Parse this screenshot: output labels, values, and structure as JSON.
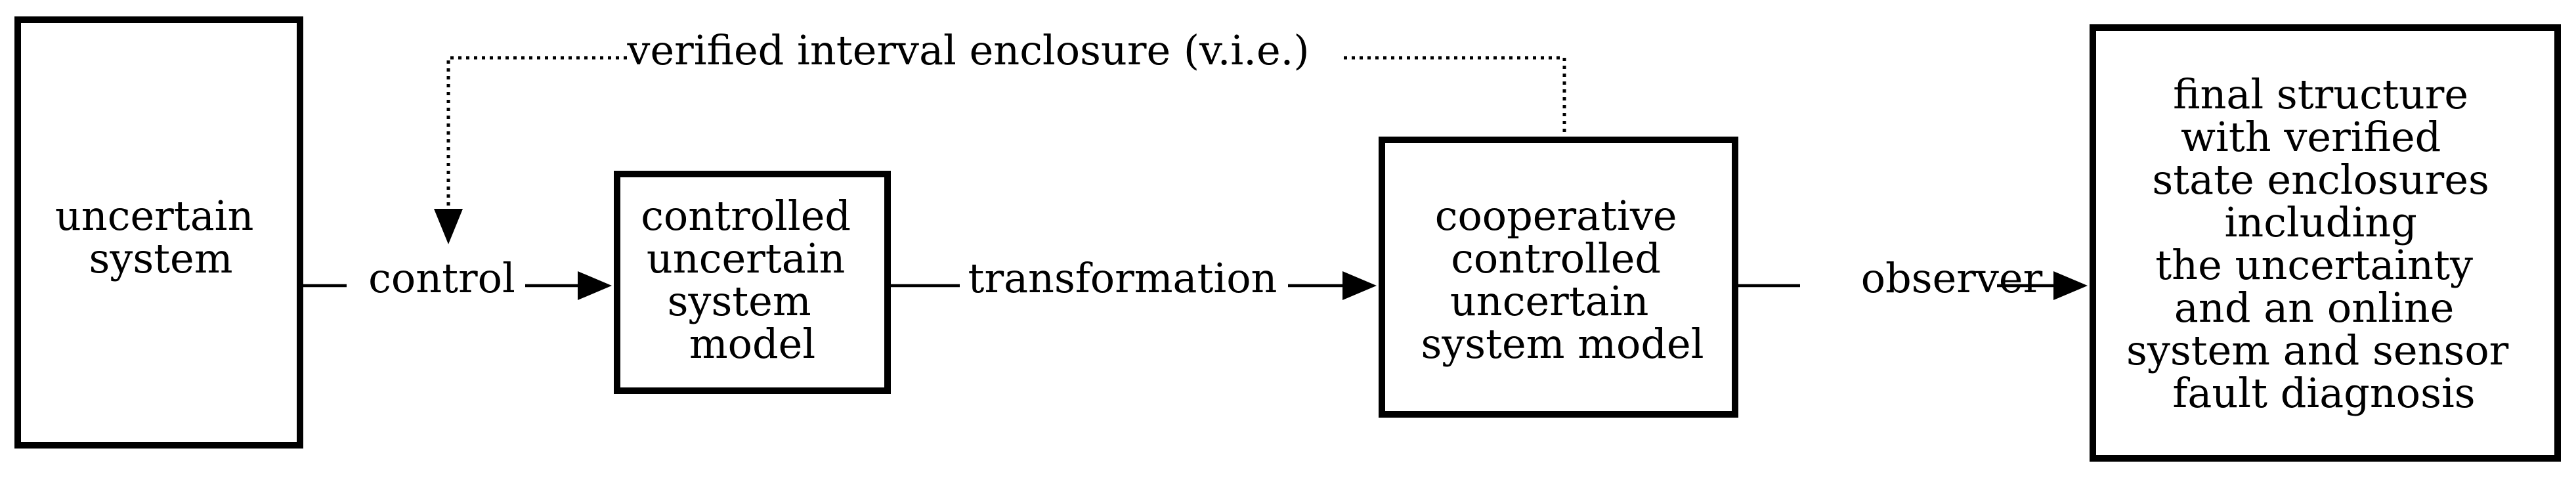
{
  "nodes": {
    "uncertain_system": {
      "lines": [
        "uncertain",
        "system"
      ]
    },
    "controlled_model": {
      "lines": [
        "controlled",
        "uncertain",
        "system",
        "model"
      ]
    },
    "cooperative_model": {
      "lines": [
        "cooperative",
        "controlled",
        "uncertain",
        "system model"
      ]
    },
    "final_structure": {
      "lines": [
        "final structure",
        "with verified",
        "state enclosures",
        "including",
        "the uncertainty",
        "and an online",
        "system and sensor",
        "fault diagnosis"
      ]
    }
  },
  "edges": {
    "control": "control",
    "transformation": "transformation",
    "observer": "observer",
    "feedback": "verified interval enclosure (v.i.e.)"
  },
  "colors": {
    "stroke": "#000000",
    "background": "#ffffff"
  }
}
